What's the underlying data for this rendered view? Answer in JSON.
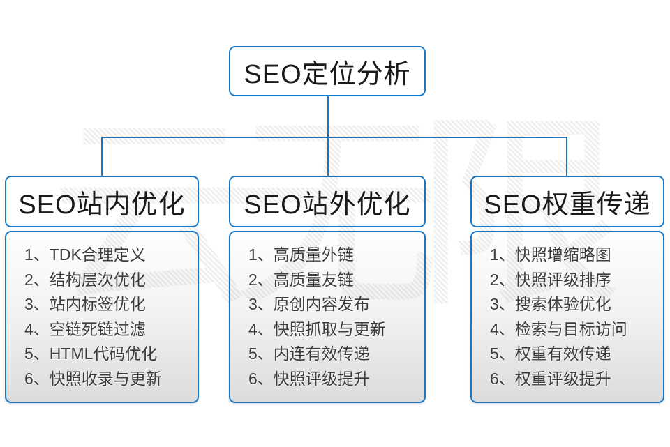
{
  "accent_color": "#1778c8",
  "root": {
    "title": "SEO定位分析"
  },
  "watermark": {
    "text": "云无限"
  },
  "columns": [
    {
      "title": "SEO站内优化",
      "items": [
        "1、TDK合理定义",
        "2、结构层次优化",
        "3、站内标签优化",
        "4、空链死链过滤",
        "5、HTML代码优化",
        "6、快照收录与更新"
      ]
    },
    {
      "title": "SEO站外优化",
      "items": [
        "1、高质量外链",
        "2、高质量友链",
        "3、原创内容发布",
        "4、快照抓取与更新",
        "5、内连有效传递",
        "6、快照评级提升"
      ]
    },
    {
      "title": "SEO权重传递",
      "items": [
        "1、快照增缩略图",
        "2、快照评级排序",
        "3、搜索体验优化",
        "4、检索与目标访问",
        "5、权重有效传递",
        "6、权重评级提升"
      ]
    }
  ]
}
